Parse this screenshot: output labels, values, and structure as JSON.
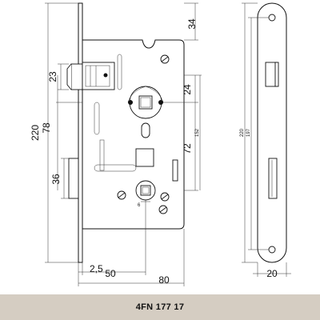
{
  "footer": {
    "model": "4FN 177 17"
  },
  "dimensions": {
    "d34": "34",
    "d23": "23",
    "d24": "24",
    "d220": "220",
    "d78": "78",
    "d72": "72",
    "d152": "152",
    "d36": "36",
    "d6": "6",
    "d2_5": "2,5",
    "d50": "50",
    "d80": "80",
    "side220": "220",
    "side197": "197",
    "d20": "20"
  }
}
